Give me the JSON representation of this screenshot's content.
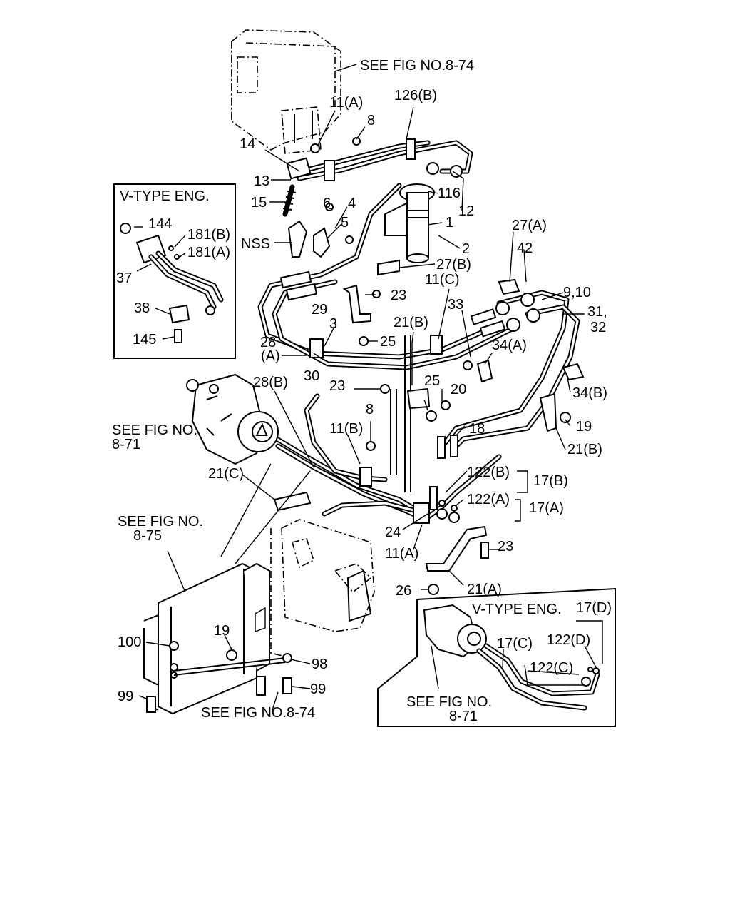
{
  "labels": {
    "see_fig_8_74_top": "SEE FIG NO.8-74",
    "l_11A_top": "11(A)",
    "l_126B": "126(B)",
    "l_8_top": "8",
    "l_14": "14",
    "l_13": "13",
    "l_15": "15",
    "l_6": "6",
    "l_4": "4",
    "l_5": "5",
    "l_116": "116",
    "l_12": "12",
    "l_1": "1",
    "l_2": "2",
    "l_nss": "NSS",
    "l_27B": "27(B)",
    "l_27A": "27(A)",
    "l_42": "42",
    "l_23_mid": "23",
    "l_11C": "11(C)",
    "l_9_10": "9,10",
    "l_31": "31,",
    "l_32": "32",
    "l_29": "29",
    "l_33": "33",
    "l_21B_top": "21(B)",
    "l_3": "3",
    "l_25_top": "25",
    "l_34A": "34(A)",
    "l_28": "28",
    "l_28_A": "(A)",
    "l_30": "30",
    "l_28B": "28(B)",
    "l_23_low": "23",
    "l_25_low": "25",
    "l_20": "20",
    "l_34B": "34(B)",
    "see_fig_8_71_a": "SEE FIG NO.",
    "see_fig_8_71_b": "8-71",
    "l_8_low": "8",
    "l_11B": "11(B)",
    "l_18": "18",
    "l_19_right": "19",
    "l_21B_low": "21(B)",
    "l_21C": "21(C)",
    "l_122B": "122(B)",
    "l_17B": "17(B)",
    "l_122A": "122(A)",
    "l_17A": "17(A)",
    "see_fig_8_75_a": "SEE FIG NO.",
    "see_fig_8_75_b": "8-75",
    "l_24": "24",
    "l_11A_low": "11(A)",
    "l_23_right": "23",
    "l_26": "26",
    "l_21A": "21(A)",
    "l_19_left": "19",
    "l_100": "100",
    "l_98": "98",
    "l_99_left": "99",
    "l_99_right": "99",
    "see_fig_8_74_bottom": "SEE FIG NO.8-74"
  },
  "inset_top": {
    "title": "V-TYPE ENG.",
    "l_144": "144",
    "l_181B": "181(B)",
    "l_181A": "181(A)",
    "l_37": "37",
    "l_38": "38",
    "l_145": "145"
  },
  "inset_bottom": {
    "title": "V-TYPE ENG.",
    "l_17D": "17(D)",
    "l_122D": "122(D)",
    "l_17C": "17(C)",
    "l_122C": "122(C)",
    "see_fig_a": "SEE FIG NO.",
    "see_fig_b": "8-71"
  }
}
